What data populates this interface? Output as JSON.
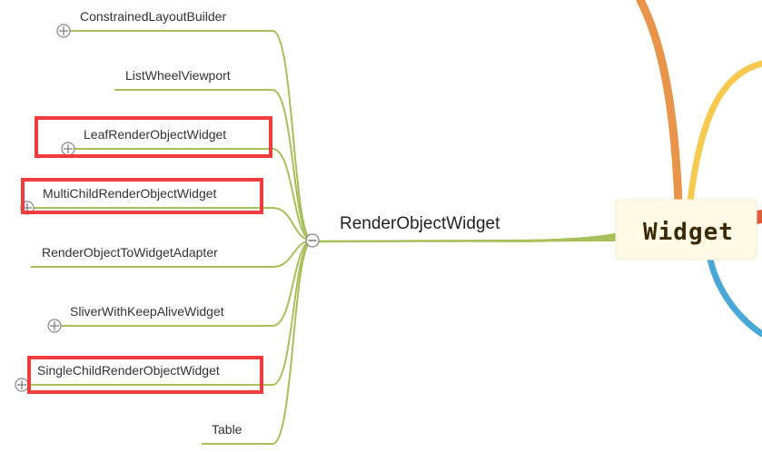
{
  "root": {
    "label": "Widget"
  },
  "branch": {
    "label": "RenderObjectWidget",
    "collapse_symbol": "minus"
  },
  "children": [
    {
      "label": "ConstrainedLayoutBuilder",
      "expandable": true,
      "highlighted": false
    },
    {
      "label": "ListWheelViewport",
      "expandable": false,
      "highlighted": false
    },
    {
      "label": "LeafRenderObjectWidget",
      "expandable": true,
      "highlighted": true
    },
    {
      "label": "MultiChildRenderObjectWidget",
      "expandable": true,
      "highlighted": true
    },
    {
      "label": "RenderObjectToWidgetAdapter",
      "expandable": false,
      "highlighted": false
    },
    {
      "label": "SliverWithKeepAliveWidget",
      "expandable": true,
      "highlighted": false
    },
    {
      "label": "SingleChildRenderObjectWidget",
      "expandable": true,
      "highlighted": true
    },
    {
      "label": "Table",
      "expandable": false,
      "highlighted": false
    }
  ],
  "colors": {
    "branch_line": "#a7c05a",
    "root_fill": "#fffae6",
    "root_text": "#3a2a05",
    "highlight_box": "#f03c3c",
    "other_branch_orange": "#e8944a",
    "other_branch_yellow": "#f7c94f",
    "other_branch_red": "#e05a3c",
    "other_branch_blue": "#4aa8d8",
    "toggle_stroke": "#888888"
  }
}
